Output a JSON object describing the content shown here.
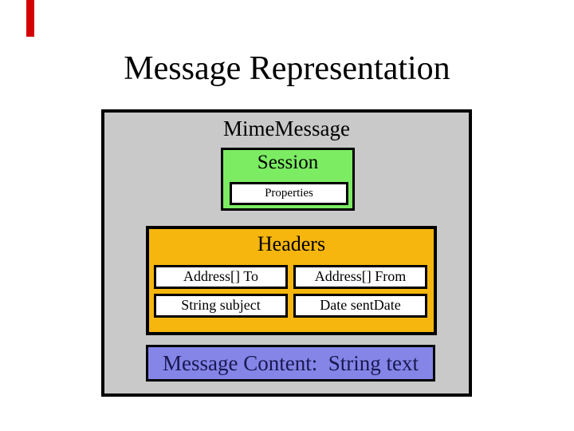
{
  "slide": {
    "title": "Message Representation"
  },
  "diagram": {
    "outer_label": "MimeMessage",
    "session": {
      "label": "Session",
      "properties_label": "Properties"
    },
    "headers": {
      "label": "Headers",
      "fields": [
        "Address[] To",
        "Address[] From",
        "String subject",
        "Date sentDate"
      ]
    },
    "content": {
      "label": "Message Content:  String text"
    }
  },
  "colors": {
    "slide_background": "#ffffff",
    "outer_box_fill": "#c9c9c9",
    "session_fill": "#7cec63",
    "headers_fill": "#f6b60d",
    "content_fill": "#8585e8",
    "content_text": "#191950",
    "border": "#000000",
    "accent_red_bar": "#d40000"
  }
}
